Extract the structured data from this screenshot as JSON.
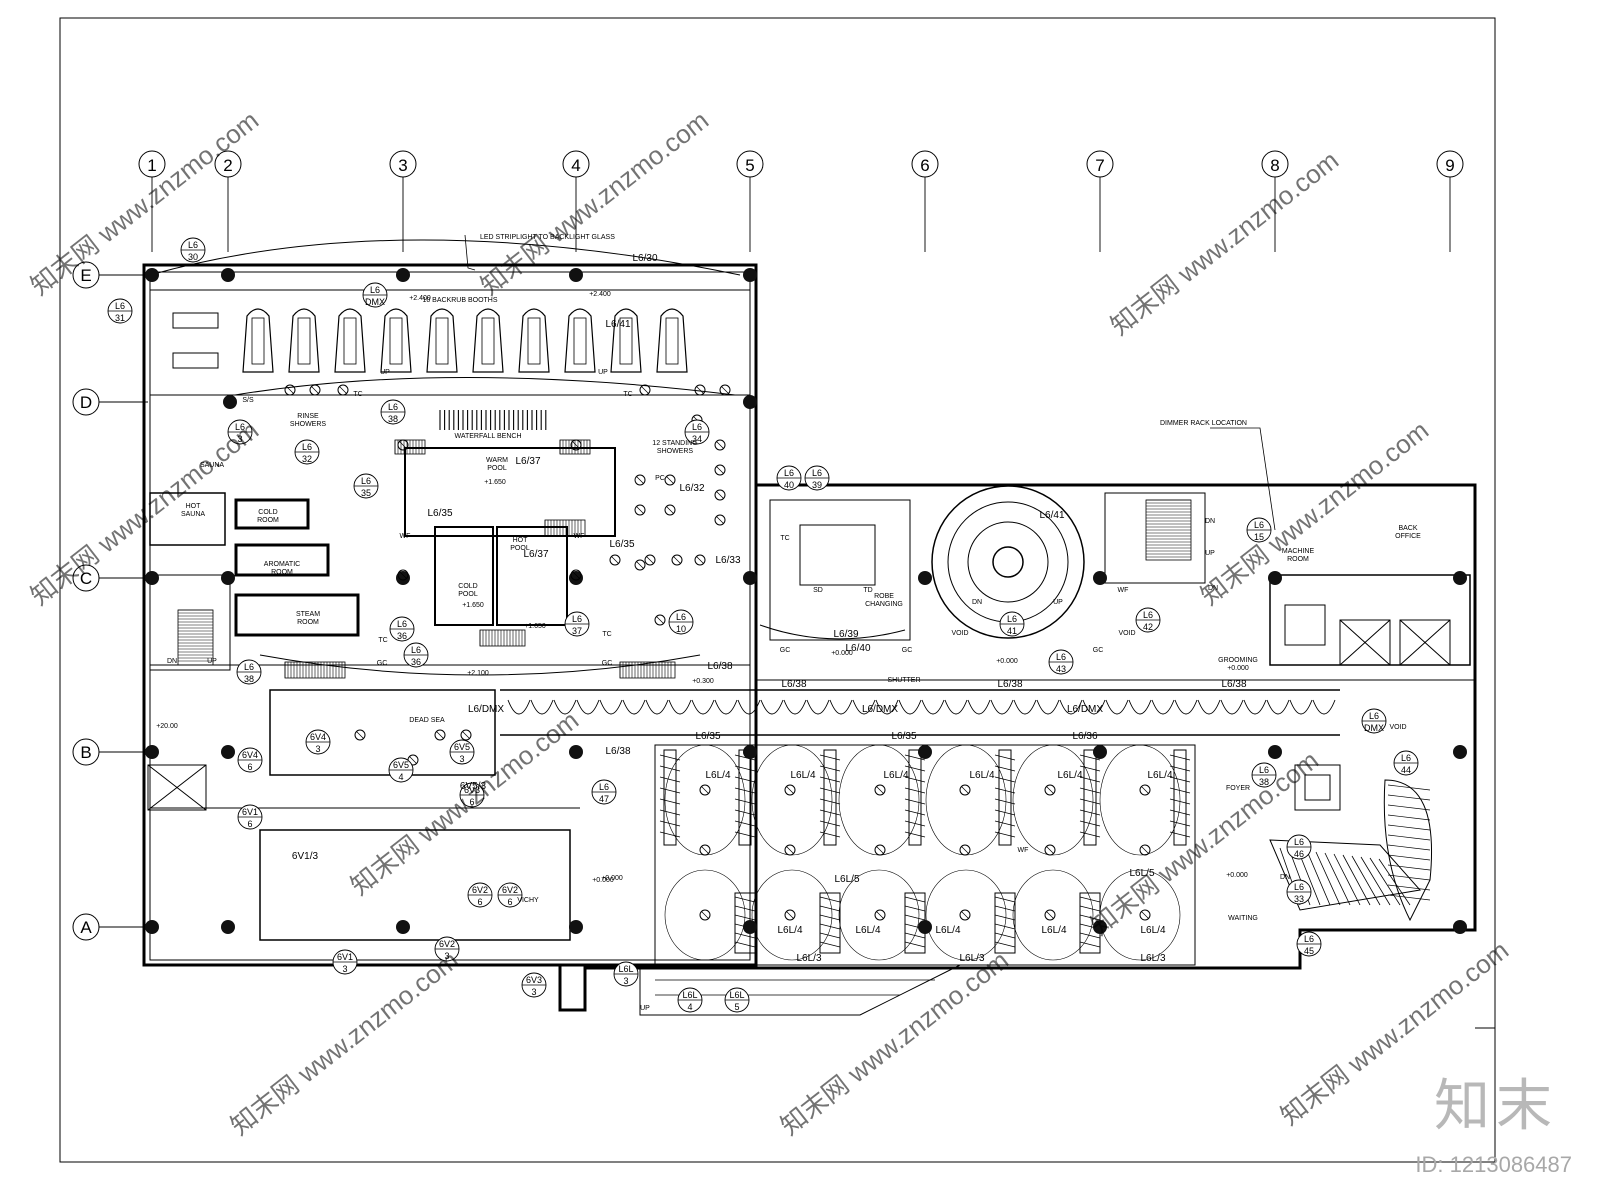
{
  "grid": {
    "columns": [
      "1",
      "2",
      "3",
      "4",
      "5",
      "6",
      "7",
      "8",
      "9"
    ],
    "rows": [
      "E",
      "D",
      "C",
      "B",
      "A"
    ]
  },
  "notes": {
    "led_strip": "LED STRIPLIGHT TO BACKLIGHT GLASS",
    "dimmer_rack": "DIMMER RACK LOCATION"
  },
  "rooms": [
    {
      "id": "backrub",
      "label": "10 BACKRUB BOOTHS"
    },
    {
      "id": "rinse",
      "label": "RINSE\nSHOWERS"
    },
    {
      "id": "waterfall",
      "label": "WATERFALL BENCH"
    },
    {
      "id": "standing",
      "label": "12 STANDING\nSHOWERS"
    },
    {
      "id": "sauna",
      "label": "SAUNA"
    },
    {
      "id": "hotsauna",
      "label": "HOT\nSAUNA"
    },
    {
      "id": "coldroom",
      "label": "COLD\nROOM"
    },
    {
      "id": "aromatic",
      "label": "AROMATIC\nROOM"
    },
    {
      "id": "steam",
      "label": "STEAM\nROOM"
    },
    {
      "id": "warmpool",
      "label": "WARM\nPOOL"
    },
    {
      "id": "hotpool",
      "label": "HOT\nPOOL"
    },
    {
      "id": "coldpool",
      "label": "COLD\nPOOL"
    },
    {
      "id": "deadsea",
      "label": "DEAD SEA"
    },
    {
      "id": "vichy",
      "label": "VICHY"
    },
    {
      "id": "robe",
      "label": "ROBE\nCHANGING"
    },
    {
      "id": "shutter",
      "label": "SHUTTER"
    },
    {
      "id": "void1",
      "label": "VOID"
    },
    {
      "id": "void2",
      "label": "VOID"
    },
    {
      "id": "void3",
      "label": "VOID"
    },
    {
      "id": "grooming",
      "label": "GROOMING\n+0.000"
    },
    {
      "id": "machine",
      "label": "MACHINE\nROOM"
    },
    {
      "id": "backoffice",
      "label": "BACK\nOFFICE"
    },
    {
      "id": "foyer",
      "label": "FOYER"
    },
    {
      "id": "waiting",
      "label": "WAITING"
    }
  ],
  "levels": [
    "+2.400",
    "+2.400",
    "+1.650",
    "+1.650",
    "+1.650",
    "+2.100",
    "+0.300",
    "+0.000",
    "+0.000",
    "+20.00",
    "+0.000",
    "+0.000",
    "+0.000"
  ],
  "stair_labels": [
    "UP",
    "UP",
    "DN",
    "UP",
    "DN",
    "UP",
    "DN",
    "UP",
    "DN",
    "UP",
    "DN"
  ],
  "small_labels": [
    "S/S",
    "TC",
    "TC",
    "TC",
    "TC",
    "TC",
    "GC",
    "GC",
    "GC",
    "GC",
    "GC",
    "WF",
    "WF",
    "WF",
    "WF",
    "SD",
    "TD",
    "PC"
  ],
  "circuits": [
    {
      "a": "L6",
      "b": "30"
    },
    {
      "a": "L6",
      "b": "31"
    },
    {
      "a": "L6",
      "b": "DMX"
    },
    {
      "a": "L6",
      "b": "3"
    },
    {
      "a": "L6",
      "b": "38"
    },
    {
      "a": "L6",
      "b": "34"
    },
    {
      "a": "L6",
      "b": "32"
    },
    {
      "a": "L6",
      "b": "35"
    },
    {
      "a": "L6",
      "b": "36"
    },
    {
      "a": "L6",
      "b": "37"
    },
    {
      "a": "L6",
      "b": "36"
    },
    {
      "a": "L6",
      "b": "10"
    },
    {
      "a": "L6",
      "b": "38"
    },
    {
      "a": "L6",
      "b": "40"
    },
    {
      "a": "L6",
      "b": "39"
    },
    {
      "a": "L6",
      "b": "41"
    },
    {
      "a": "L6",
      "b": "43"
    },
    {
      "a": "L6",
      "b": "42"
    },
    {
      "a": "L6",
      "b": "15"
    },
    {
      "a": "L6",
      "b": "DMX"
    },
    {
      "a": "L6",
      "b": "44"
    },
    {
      "a": "L6",
      "b": "38"
    },
    {
      "a": "L6",
      "b": "46"
    },
    {
      "a": "L6",
      "b": "33"
    },
    {
      "a": "L6",
      "b": "45"
    },
    {
      "a": "L6",
      "b": "47"
    },
    {
      "a": "6V4",
      "b": "3"
    },
    {
      "a": "6V5",
      "b": "4"
    },
    {
      "a": "6V5",
      "b": "3"
    },
    {
      "a": "6V3",
      "b": "6"
    },
    {
      "a": "6V4",
      "b": "6"
    },
    {
      "a": "6V1",
      "b": "6"
    },
    {
      "a": "6V2",
      "b": "6"
    },
    {
      "a": "6V2",
      "b": "6"
    },
    {
      "a": "6V1",
      "b": "3"
    },
    {
      "a": "6V2",
      "b": "3"
    },
    {
      "a": "6V3",
      "b": "3"
    },
    {
      "a": "L6L",
      "b": "3"
    },
    {
      "a": "L6L",
      "b": "4"
    },
    {
      "a": "L6L",
      "b": "5"
    }
  ],
  "line_labels": [
    "L6/30",
    "L6/41",
    "L6/37",
    "L6/32",
    "L6/35",
    "L6/35",
    "L6/37",
    "L6/33",
    "L6/39",
    "L6/40",
    "L6/38",
    "L6/38",
    "L6/38",
    "L6/38",
    "L6/41",
    "L6/DMX",
    "L6/DMX",
    "L6/DMX",
    "L6/35",
    "L6/35",
    "L6/36",
    "L6/38",
    "6V1/3",
    "L6L/4",
    "L6L/4",
    "L6L/4",
    "L6L/4",
    "L6L/4",
    "L6L/4",
    "L6L/5",
    "L6L/5",
    "L6L/4",
    "L6L/4",
    "L6L/4",
    "L6L/4",
    "L6L/4",
    "L6L/3",
    "L6L/3",
    "L6L/3",
    "6V5/3"
  ],
  "watermark": "知末网 www.znzmo.com",
  "brand": "知末",
  "image_id": "ID: 1213086487"
}
